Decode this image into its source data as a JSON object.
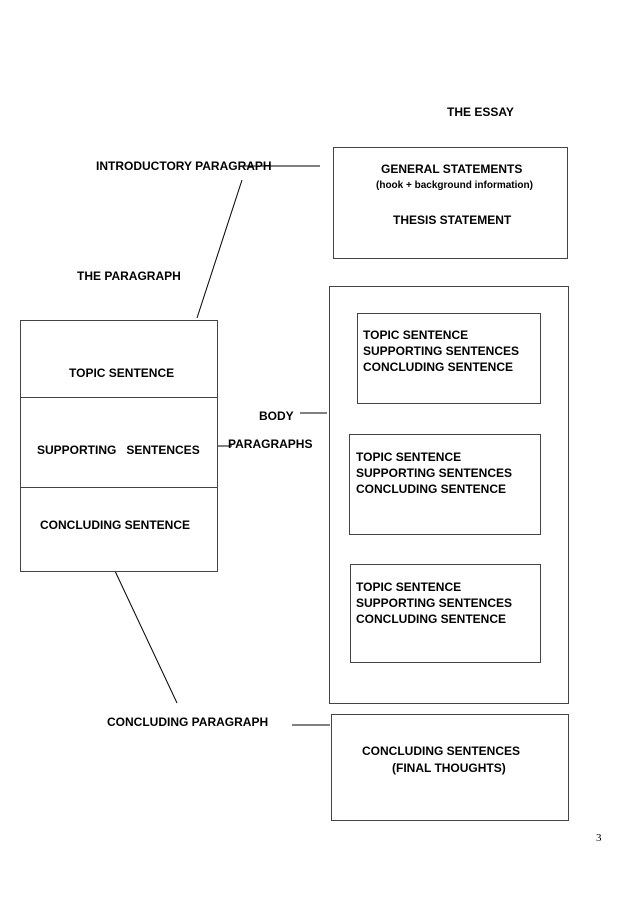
{
  "essay_title": "THE ESSAY",
  "paragraph_title": "THE PARAGRAPH",
  "introductory_label": "INTRODUCTORY  PARAGRAPH",
  "intro_box": {
    "general_statements": "GENERAL STATEMENTS",
    "hook_note": "(hook + background information)",
    "thesis_statement": "THESIS STATEMENT"
  },
  "paragraph_box": {
    "topic": "TOPIC SENTENCE",
    "supporting": "SUPPORTING   SENTENCES",
    "concluding": "CONCLUDING SENTENCE"
  },
  "body_label_1": "BODY",
  "body_label_2": "PARAGRAPHS",
  "body_paragraphs": [
    {
      "topic": "TOPIC SENTENCE",
      "supporting": "SUPPORTING SENTENCES",
      "concluding": "CONCLUDING SENTENCE"
    },
    {
      "topic": "TOPIC SENTENCE",
      "supporting": "SUPPORTING SENTENCES",
      "concluding": "CONCLUDING SENTENCE"
    },
    {
      "topic": "TOPIC SENTENCE",
      "supporting": "SUPPORTING SENTENCES",
      "concluding": "CONCLUDING SENTENCE"
    }
  ],
  "concluding_label": "CONCLUDING PARAGRAPH",
  "conclusion_box": {
    "line1": "CONCLUDING SENTENCES",
    "line2": "(FINAL THOUGHTS)"
  },
  "page_number": "3"
}
